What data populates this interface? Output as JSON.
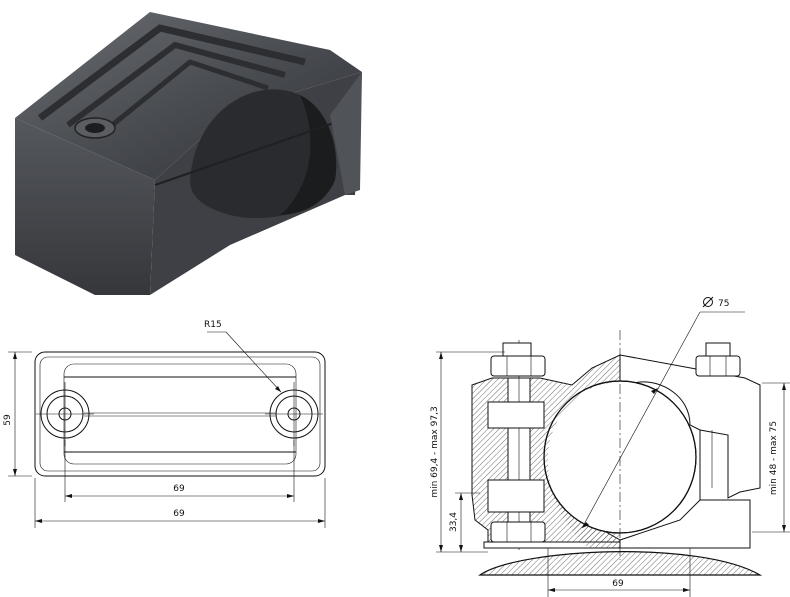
{
  "top_view": {
    "radius_label": "R15",
    "inner_width_label": "69",
    "outer_width_label": "69",
    "height_label": "59"
  },
  "section_view": {
    "diameter_label": "75",
    "overall_height_label": "min 69,4 - max 97,3",
    "clamp_range_label": "min 48 - max 75",
    "base_height_label": "33,4",
    "base_width_label": "69"
  },
  "colors": {
    "product_body": "#4a4d52",
    "product_shadow": "#2e3034",
    "line": "#111111"
  }
}
